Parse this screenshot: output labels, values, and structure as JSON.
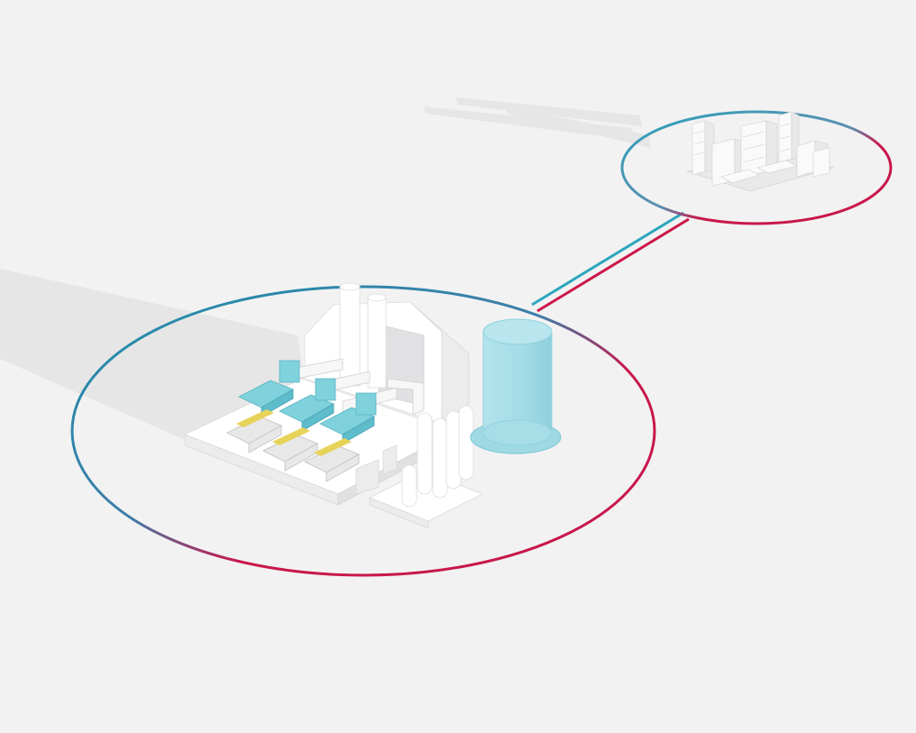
{
  "colors": {
    "background": "#f2f2f3",
    "link_teal": "#2ba6bd",
    "link_crimson": "#cc1748",
    "ring_teal": "#1f93ad",
    "ring_crimson": "#c8174b",
    "tank": "#a6dde7",
    "engine_teal": "#7fd1dc"
  },
  "nodes": [
    {
      "id": "power-plant",
      "icon": "power-plant-icon"
    },
    {
      "id": "city",
      "icon": "city-icon"
    }
  ],
  "plant": {
    "engine_sets": 3,
    "exhaust_stacks": 2,
    "gas_cylinders": 4,
    "storage_tank": 1
  }
}
